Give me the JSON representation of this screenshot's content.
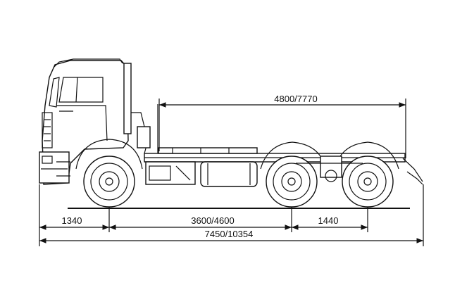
{
  "drawing": {
    "subject": "truck-chassis-side-view",
    "line_color": "#111111",
    "background": "#ffffff"
  },
  "dimensions": {
    "frame_length": "4800/7770",
    "front_overhang": "1340",
    "wheelbase": "3600/4600",
    "bogie_spacing": "1440",
    "overall_length": "7450/10354"
  }
}
